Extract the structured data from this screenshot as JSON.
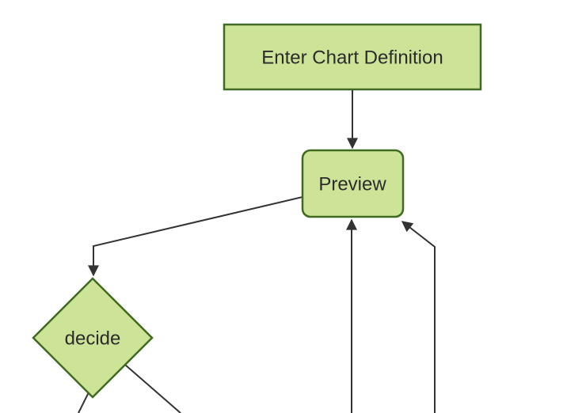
{
  "diagram": {
    "type": "flowchart",
    "direction": "top-down",
    "nodes": [
      {
        "id": "A",
        "label": "Enter Chart Definition",
        "shape": "rectangle"
      },
      {
        "id": "B",
        "label": "Preview",
        "shape": "rounded-rectangle"
      },
      {
        "id": "C",
        "label": "decide",
        "shape": "diamond"
      }
    ],
    "edges": [
      {
        "from": "A",
        "to": "B",
        "arrow": true,
        "description": "Enter Chart Definition to Preview, vertical arrow down"
      },
      {
        "from": "B",
        "to": "C",
        "arrow": true,
        "description": "Preview left side, diagonal down-left then vertical into decide diamond top"
      },
      {
        "from": "offscreen-bottom",
        "to": "B",
        "arrow": true,
        "description": "vertical line from bottom edge of view up into Preview bottom center"
      },
      {
        "from": "offscreen-bottom-right",
        "to": "B",
        "arrow": true,
        "description": "vertical line from bottom edge of view, bending diagonally into Preview bottom-right corner"
      },
      {
        "from": "C",
        "to": "offscreen-bottom-left",
        "arrow": false,
        "description": "line from decide bottom vertex running off the bottom edge of view"
      },
      {
        "from": "C",
        "to": "offscreen-bottom-right",
        "arrow": false,
        "description": "line from decide lower-right edge running off the bottom edge of view"
      }
    ],
    "colors": {
      "node_fill": "#cde498",
      "node_border": "#3e6b20",
      "edge_line": "#333333",
      "arrowhead": "#333333",
      "label_text": "#2b2b2b",
      "background": "#ffffff"
    }
  }
}
